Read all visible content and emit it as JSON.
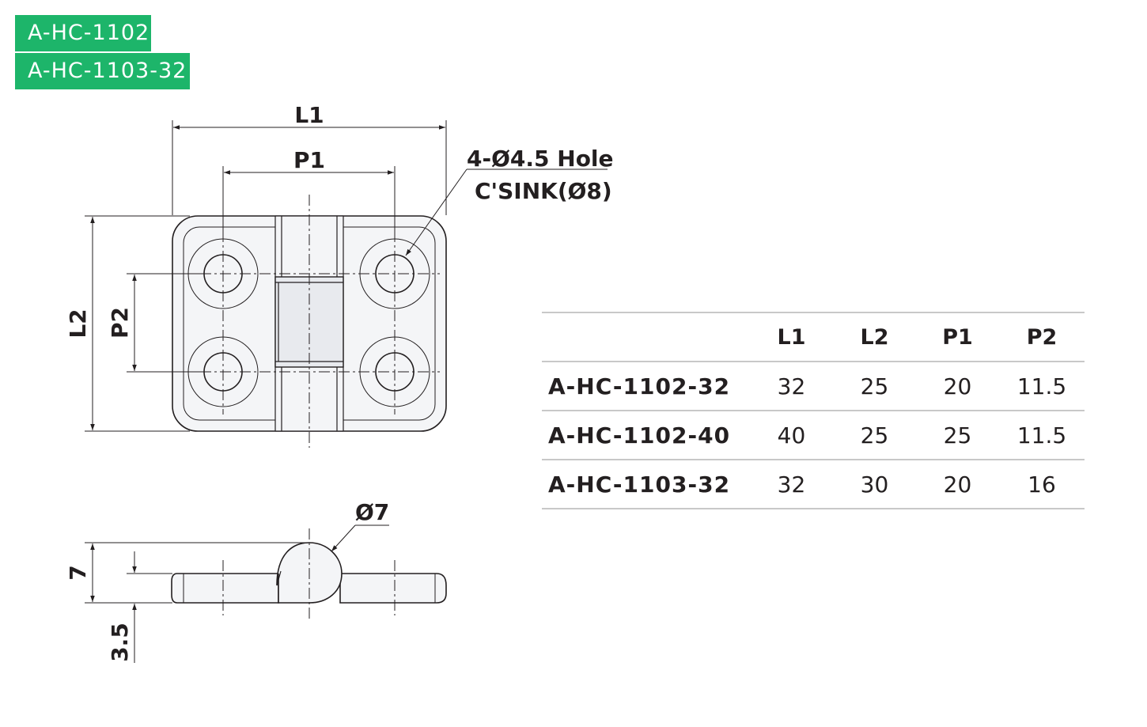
{
  "badges": [
    "A-HC-1102",
    "A-HC-1103-32"
  ],
  "drawing": {
    "dims": {
      "l1": "L1",
      "p1": "P1",
      "l2": "L2",
      "p2": "P2",
      "hole_line1": "4-Ø4.5 Hole",
      "hole_line2": "C'SINK(Ø8)",
      "pin_dia": "Ø7",
      "height": "7",
      "thickness": "3.5"
    }
  },
  "table": {
    "headers": [
      "",
      "L1",
      "L2",
      "P1",
      "P2"
    ],
    "rows": [
      [
        "A-HC-1102-32",
        "32",
        "25",
        "20",
        "11.5"
      ],
      [
        "A-HC-1102-40",
        "40",
        "25",
        "25",
        "11.5"
      ],
      [
        "A-HC-1103-32",
        "32",
        "30",
        "20",
        "16"
      ]
    ]
  },
  "colors": {
    "badge_bg": "#1db56a",
    "line": "#231f20",
    "rule": "#c8c8c8"
  }
}
